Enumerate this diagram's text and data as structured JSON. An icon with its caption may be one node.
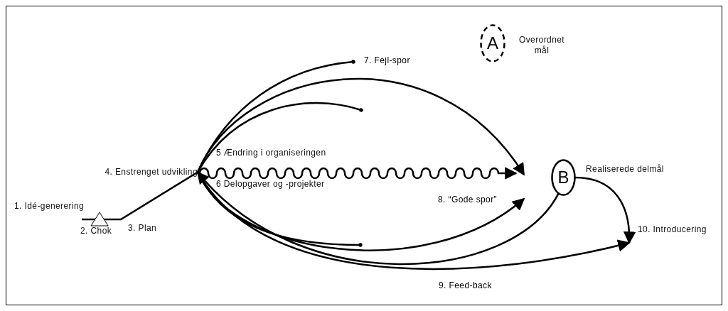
{
  "diagram": {
    "nodes": [
      {
        "text": [
          "4. Enstrenget udvikling"
        ]
      },
      {
        "text": [
          "A"
        ],
        "beside": [
          "Overordnet mål"
        ]
      },
      {
        "text": [
          "B"
        ],
        "beside": [
          "Realiserede delmål"
        ]
      },
      {
        "text": [
          "10. Introducering"
        ]
      }
    ],
    "edges": [
      {
        "from": null,
        "to": 0,
        "arrow": "none"
      },
      {
        "from": 0,
        "to": null,
        "arrow": "other",
        "label": "7. Fejl-spor"
      },
      {
        "from": 0,
        "to": null,
        "arrow": "to"
      },
      {
        "from": 0,
        "to": null,
        "arrow": "other"
      },
      {
        "from": 0,
        "to": null,
        "arrow": "to"
      },
      {
        "from": 0,
        "to": null,
        "arrow": "other"
      },
      {
        "from": 0,
        "to": null,
        "arrow": "to",
        "label": "8. “Gode spor”"
      },
      {
        "from": 2,
        "to": 0,
        "arrow": "to",
        "label": "9. Feed-back"
      },
      {
        "from": 0,
        "to": 3,
        "arrow": "to"
      },
      {
        "from": 2,
        "to": 3,
        "arrow": "to"
      }
    ],
    "labels": [
      "1. Idé-generering",
      "2. Chok",
      "3. Plan",
      "5 Ændring i organiseringen",
      "6 Delopgaver og -projekter"
    ]
  }
}
